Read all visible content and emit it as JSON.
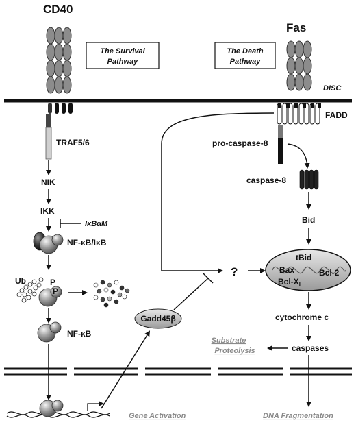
{
  "receptors": {
    "left": "CD40",
    "right": "Fas"
  },
  "boxes": {
    "survival": [
      "The Survival",
      "Pathway"
    ],
    "death": [
      "The Death",
      "Pathway"
    ]
  },
  "labels": {
    "disc": "DISC",
    "fadd": "FADD",
    "traf": "TRAF5/6",
    "nik": "NIK",
    "ikk": "IKK",
    "ikba_m": "IκBαM",
    "nfkb_ikb": "NF-κB/IκB",
    "ub": "Ub",
    "p1": "P",
    "p2": "P",
    "nfkb": "NF-κB",
    "procasp8": "pro-caspase-8",
    "casp8": "caspase-8",
    "bid": "Bid",
    "tbid": "tBid",
    "bax": "Bax",
    "bcl2": "Bcl-2",
    "bclxl": "Bcl-X",
    "bclxl_sub": "L",
    "cytc": "cytochrome c",
    "caspases": "caspases",
    "question": "?",
    "gadd": "Gadd45β",
    "substrate": [
      "Substrate",
      "Proteolysis"
    ],
    "gene_activation": "Gene Activation",
    "dna_frag": "DNA Fragmentation"
  },
  "colors": {
    "membrane": "#111111",
    "receptor": "#8c8c8c",
    "mito": "#c8c8c8",
    "ul_text": "#8a8a8a"
  }
}
